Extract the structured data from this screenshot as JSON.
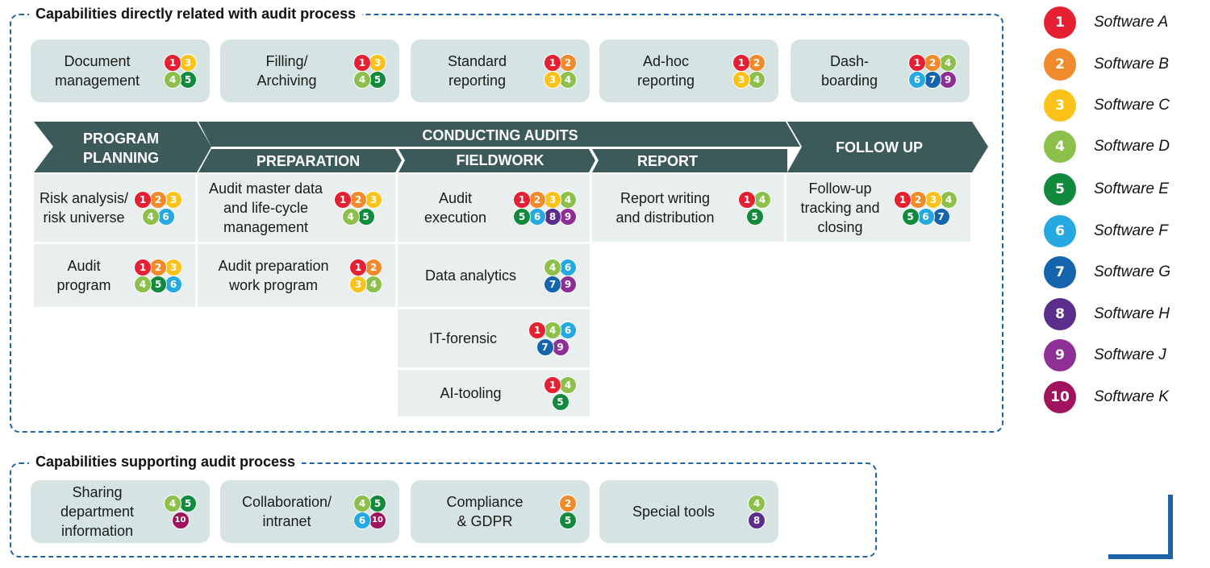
{
  "colors": {
    "1": "#e42032",
    "2": "#f08a2b",
    "3": "#fbc21a",
    "4": "#8cc04b",
    "5": "#128a3e",
    "6": "#25a9e0",
    "7": "#1565ac",
    "8": "#5b2d8c",
    "9": "#8e2f95",
    "10": "#a0135d",
    "header": "#3d5a5a",
    "dashed_border": "#1f63a8"
  },
  "direct": {
    "title": "Capabilities directly related with audit process",
    "cards": [
      {
        "label": "Document\nmanagement",
        "badges": [
          [
            1,
            3
          ],
          [
            4,
            5
          ]
        ]
      },
      {
        "label": "Filling/\nArchiving",
        "badges": [
          [
            1,
            3
          ],
          [
            4,
            5
          ]
        ]
      },
      {
        "label": "Standard\nreporting",
        "badges": [
          [
            1,
            2
          ],
          [
            3,
            4
          ]
        ]
      },
      {
        "label": "Ad-hoc\nreporting",
        "badges": [
          [
            1,
            2
          ],
          [
            3,
            4
          ]
        ]
      },
      {
        "label": "Dash-\nboarding",
        "badges": [
          [
            1,
            2,
            4
          ],
          [
            6,
            7,
            9
          ]
        ]
      }
    ]
  },
  "process": {
    "phases": {
      "program_planning": "PROGRAM\nPLANNING",
      "conducting_audits": "CONDUCTING AUDITS",
      "preparation": "PREPARATION",
      "fieldwork": "FIELDWORK",
      "report": "REPORT",
      "follow_up": "FOLLOW UP"
    },
    "cells": [
      {
        "id": "risk",
        "label": "Risk analysis/\nrisk universe",
        "badges": [
          [
            1,
            2,
            3
          ],
          [
            4,
            6
          ]
        ]
      },
      {
        "id": "audit-program",
        "label": "Audit\nprogram",
        "badges": [
          [
            1,
            2,
            3
          ],
          [
            4,
            5,
            6
          ]
        ]
      },
      {
        "id": "master-data",
        "label": "Audit master data\nand life-cycle\nmanagement",
        "badges": [
          [
            1,
            2,
            3
          ],
          [
            4,
            5
          ]
        ]
      },
      {
        "id": "prep-work",
        "label": "Audit preparation\nwork program",
        "badges": [
          [
            1,
            2
          ],
          [
            3,
            4
          ]
        ]
      },
      {
        "id": "execution",
        "label": "Audit\nexecution",
        "badges": [
          [
            1,
            2,
            3,
            4
          ],
          [
            5,
            6,
            8,
            9
          ]
        ]
      },
      {
        "id": "data-analytics",
        "label": "Data analytics",
        "badges": [
          [
            4,
            6
          ],
          [
            7,
            9
          ]
        ]
      },
      {
        "id": "it-forensic",
        "label": "IT-forensic",
        "badges": [
          [
            1,
            4,
            6
          ],
          [
            7,
            9
          ]
        ]
      },
      {
        "id": "ai-tooling",
        "label": "AI-tooling",
        "badges": [
          [
            1,
            4
          ],
          [
            5
          ]
        ]
      },
      {
        "id": "report-writing",
        "label": "Report writing\nand distribution",
        "badges": [
          [
            1,
            4
          ],
          [
            5
          ]
        ]
      },
      {
        "id": "follow-up",
        "label": "Follow-up\ntracking and\nclosing",
        "badges": [
          [
            1,
            2,
            3,
            4
          ],
          [
            5,
            6,
            7
          ]
        ]
      }
    ]
  },
  "supporting": {
    "title": "Capabilities supporting audit process",
    "cards": [
      {
        "label": "Sharing\ndepartment\ninformation",
        "badges": [
          [
            4,
            5
          ],
          [
            10
          ]
        ]
      },
      {
        "label": "Collaboration/\nintranet",
        "badges": [
          [
            4,
            5
          ],
          [
            6,
            10
          ]
        ]
      },
      {
        "label": "Compliance\n& GDPR",
        "badges": [
          [
            2
          ],
          [
            5
          ]
        ]
      },
      {
        "label": "Special tools",
        "badges": [
          [
            4
          ],
          [
            8
          ]
        ]
      }
    ]
  },
  "legend": [
    {
      "num": "1",
      "label": "Software A"
    },
    {
      "num": "2",
      "label": "Software B"
    },
    {
      "num": "3",
      "label": "Software C"
    },
    {
      "num": "4",
      "label": "Software D"
    },
    {
      "num": "5",
      "label": "Software E"
    },
    {
      "num": "6",
      "label": "Software F"
    },
    {
      "num": "7",
      "label": "Software G"
    },
    {
      "num": "8",
      "label": "Software H"
    },
    {
      "num": "9",
      "label": "Software J"
    },
    {
      "num": "10",
      "label": "Software K"
    }
  ]
}
